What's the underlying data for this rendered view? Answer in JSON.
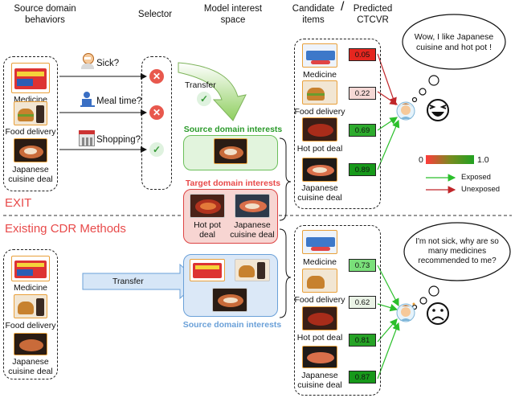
{
  "headers": {
    "source_behaviors": [
      "Source domain",
      "behaviors"
    ],
    "selector": "Selector",
    "interest_space": [
      "Model interest",
      "space"
    ],
    "candidate_items": [
      "Candidate",
      "items"
    ],
    "slash": "/",
    "predicted_ctcvr": [
      "Predicted",
      "CTCVR"
    ]
  },
  "sections": {
    "top": "EXIT",
    "bottom": "Existing CDR Methods"
  },
  "items": {
    "medicine": "Medicine",
    "food_delivery": "Food delivery",
    "japanese": [
      "Japanese",
      "cuisine deal"
    ],
    "hot_pot": "Hot pot deal",
    "japanese_short": [
      "Japanese",
      "cuisine deal"
    ]
  },
  "questions": {
    "sick": "Sick?",
    "meal": "Meal time?",
    "shopping": "Shopping?"
  },
  "transfer": "Transfer",
  "interests": {
    "source": "Source domain interests",
    "target": "Target domain interests",
    "hot_pot": [
      "Hot pot",
      "deal"
    ],
    "japanese": [
      "Japanese",
      "cuisine deal"
    ],
    "source_bottom": "Source domain interests"
  },
  "scores_top": [
    "0.05",
    "0.22",
    "0.69",
    "0.89"
  ],
  "scores_bottom": [
    "0.73",
    "0.62",
    "0.81",
    "0.87"
  ],
  "bubbles": {
    "top": [
      "Wow, I like Japanese",
      "cuisine and hot pot !"
    ],
    "bottom": [
      "I'm not sick, why are so",
      "many medicines",
      "recommended to me?"
    ]
  },
  "legend": {
    "min": "0",
    "max": "1.0",
    "exposed": "Exposed",
    "unexposed": "Unexposed"
  },
  "colors": {
    "accent_red": "#e84a4a",
    "exposed": "#2bbf2b",
    "unexposed": "#c0262a",
    "interest_green": "#2a9a2a",
    "interest_blue": "#6aa0d8"
  },
  "icons": [
    "pill-box-icon",
    "burger-meal-icon",
    "sushi-platter-icon",
    "sick-person-icon",
    "person-eating-icon",
    "shopping-mall-icon",
    "cross-icon",
    "check-icon",
    "hot-pot-icon",
    "user-avatar-icon",
    "laughing-emoji-icon",
    "frowning-emoji-icon"
  ]
}
